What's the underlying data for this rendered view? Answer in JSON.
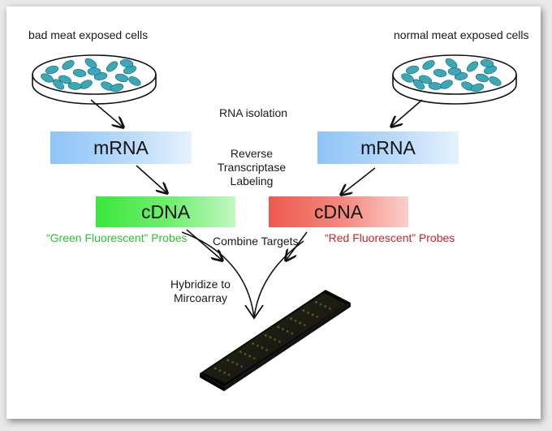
{
  "left_label": "bad meat exposed cells",
  "right_label": "normal meat exposed cells",
  "rna_isolation": "RNA isolation",
  "rt_line1": "Reverse",
  "rt_line2": "Transcriptase",
  "rt_line3": "Labeling",
  "mrna_left": "mRNA",
  "mrna_right": "mRNA",
  "cdna_left": "cDNA",
  "cdna_right": "cDNA",
  "green_probe": "“Green Fluorescent” Probes",
  "red_probe": "“Red Fluorescent” Probes",
  "combine_targets": "Combine Targets",
  "hybridize_line1": "Hybridize to",
  "hybridize_line2": "Mircoarray",
  "colors": {
    "green_text": "#2ec22e",
    "red_text": "#c62828",
    "cell_fill": "#39a9b7",
    "mrna_blue": "#8ec4f6",
    "cdna_green": "#3ce73c",
    "cdna_red": "#ed5a4e"
  },
  "icons": [
    "petri-dish-icon",
    "microarray-slide-icon",
    "arrow-icon"
  ]
}
